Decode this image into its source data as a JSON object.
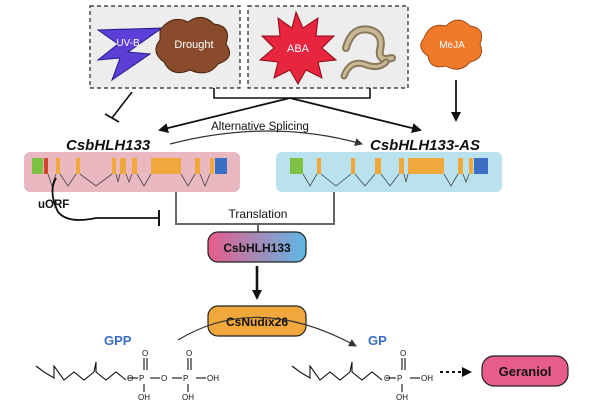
{
  "stimuli": {
    "uvb": "UV-B",
    "drought": "Drought",
    "aba": "ABA",
    "meja": "MeJA"
  },
  "genes": {
    "full": "CsbHLH133",
    "alt": "CsbHLH133-AS",
    "splicing_label": "Alternative Splicing",
    "uorf": "uORF"
  },
  "translation_label": "Translation",
  "proteins": {
    "tf": "CsbHLH133",
    "nudix": "CsNudix26"
  },
  "metabolites": {
    "gpp": "GPP",
    "gp": "GP",
    "geraniol": "Geraniol",
    "oh": "OH"
  },
  "colors": {
    "uvb": "#5b3fd6",
    "drought": "#8a4a2c",
    "aba": "#e8253e",
    "meja": "#f07a2a",
    "gene_box_full": "#eab8c0",
    "gene_box_alt": "#b9e2ee",
    "exon": "#f0a73c",
    "exon_start": "#7dc242",
    "exon_end": "#3a6fc4",
    "nudix": "#f0a73c",
    "geraniol": "#e85c8a",
    "label_blue": "#3a6fc4"
  }
}
